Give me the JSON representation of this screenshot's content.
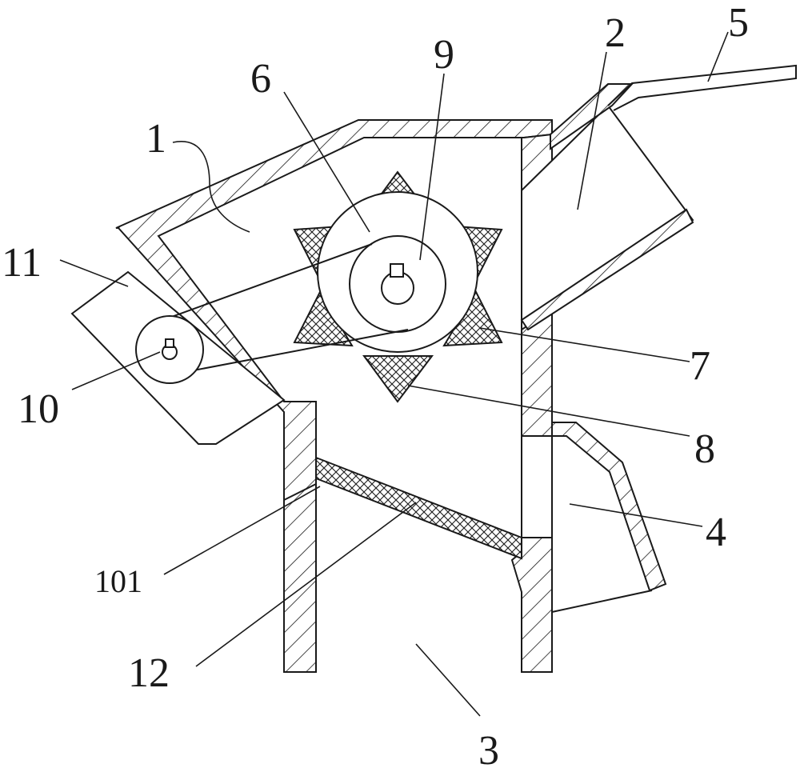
{
  "labels": {
    "l1": "1",
    "l2": "2",
    "l3": "3",
    "l4": "4",
    "l5": "5",
    "l6": "6",
    "l7": "7",
    "l8": "8",
    "l9": "9",
    "l10": "10",
    "l11": "11",
    "l12": "12",
    "l101": "101"
  }
}
